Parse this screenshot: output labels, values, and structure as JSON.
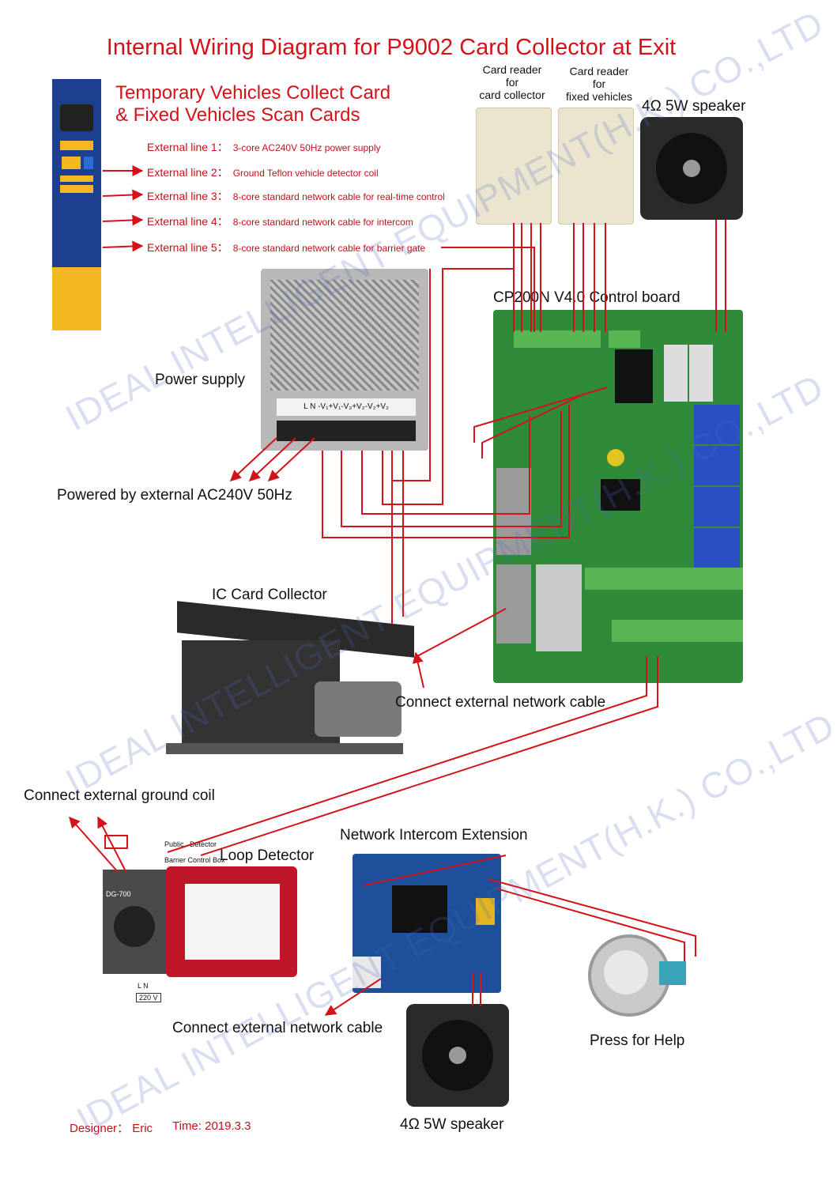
{
  "title": "Internal Wiring Diagram for P9002 Card Collector at Exit",
  "subtitle_line1": "Temporary Vehicles Collect Card",
  "subtitle_line2": "&  Fixed Vehicles Scan Cards",
  "external_lines": [
    {
      "label": "External line 1：",
      "desc": "3-core AC240V 50Hz power supply"
    },
    {
      "label": "External line 2：",
      "desc": "Ground Teflon vehicle detector coil"
    },
    {
      "label": "External line 3：",
      "desc": "8-core standard network cable for real-time control"
    },
    {
      "label": "External line 4：",
      "desc": "8-core standard network cable for intercom"
    },
    {
      "label": "External line 5：",
      "desc": "8-core standard network cable for barrier gate"
    }
  ],
  "card_reader_collector": [
    "Card reader",
    "for",
    "card collector"
  ],
  "card_reader_fixed": [
    "Card reader",
    "for",
    "fixed vehicles"
  ],
  "speaker_top": "4Ω 5W speaker",
  "control_board": "CP200N V4.0 Control board",
  "power_supply": "Power supply",
  "power_terminals": "L  N   -V₁+V₁-V₂+V₂-V₂+V₂",
  "powered_by": "Powered by external AC240V 50Hz",
  "ic_card_collector": "IC Card Collector",
  "connect_network_1": "Connect external network cable",
  "connect_ground_coil": "Connect external ground coil",
  "loop_detector": "Loop Detector",
  "loop_public": "Public",
  "loop_detector_small": "Detector",
  "loop_barrier": "Barrier Control Box",
  "loop_l_n": "L  N",
  "loop_220v": "220 V",
  "loop_model": "DG-700",
  "network_intercom": "Network Intercom Extension",
  "connect_network_2": "Connect external network cable",
  "speaker_bottom": "4Ω 5W speaker",
  "press_for_help": "Press for Help",
  "designer": "Designer：  Eric",
  "time": "Time: 2019.3.3",
  "watermark": "IDEAL INTELLIGENT EQUIPMENT(H.K.) CO.,LTD",
  "colors": {
    "red": "#d4121a",
    "board_green": "#2f8a3a",
    "panel_blue": "#1c3f8f",
    "panel_yellow": "#f5b820"
  }
}
